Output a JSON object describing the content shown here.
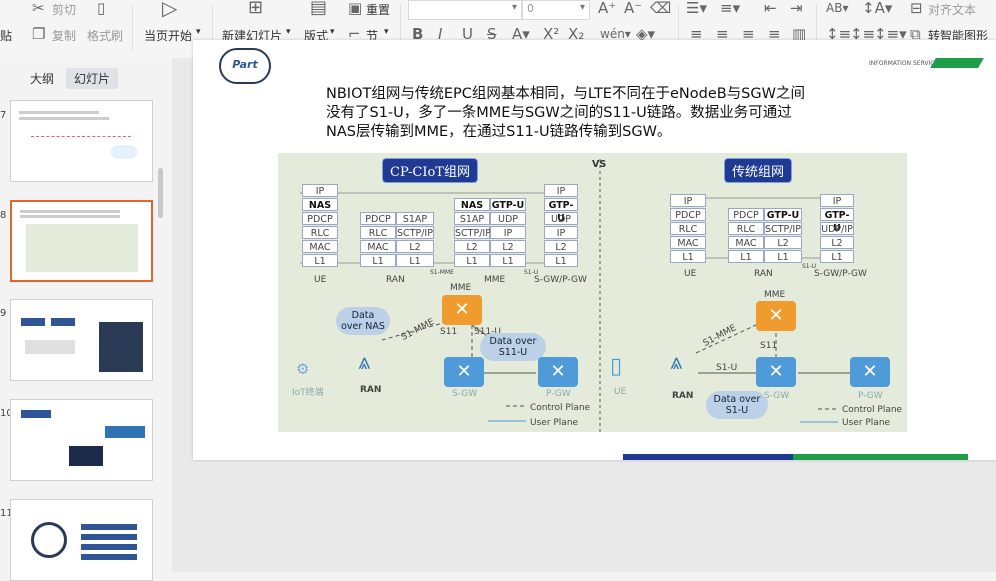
{
  "ribbon": {
    "paste": "贴",
    "cut": "剪切",
    "copy": "复制",
    "format_painter": "格式刷",
    "from_current": "当页开始",
    "new_slide": "新建幻灯片",
    "layout": "版式",
    "section": "节",
    "reset": "重置",
    "font_size": "0",
    "align_text": "对齐文本",
    "smart_shape": "转智能图形"
  },
  "left_panel": {
    "tabs": [
      "大纲",
      "幻灯片"
    ],
    "slide_numbers": [
      "8",
      "9",
      "10",
      "11"
    ]
  },
  "slide": {
    "part_logo": "Part",
    "brand_text": "INFORMATION SERVICE",
    "body_text_lines": [
      "NBIOT组网与传统EPC组网基本相同，与LTE不同在于eNodeB与SGW之间",
      "没有了S1-U，多了一条MME与SGW之间的S11-U链路。数据业务可通过",
      "NAS层传输到MME，在通过S11-U链路传输到SGW。"
    ]
  },
  "diagram": {
    "left_title": "CP-CIoT组网",
    "right_title": "传统组网",
    "vs": "VS",
    "left_stacks": {
      "ue": [
        "IP",
        "NAS",
        "PDCP",
        "RLC",
        "MAC",
        "L1"
      ],
      "ran_a": [
        "PDCP",
        "RLC",
        "MAC",
        "L1"
      ],
      "ran_b": [
        "S1AP",
        "SCTP/IP",
        "L2",
        "L1"
      ],
      "mme_a": [
        "NAS",
        "S1AP",
        "SCTP/IP",
        "L2",
        "L1"
      ],
      "mme_b": [
        "GTP-U",
        "UDP",
        "IP",
        "L2",
        "L1"
      ],
      "sgw": [
        "IP",
        "GTP-U",
        "UDP",
        "IP",
        "L2",
        "L1"
      ]
    },
    "right_stacks": {
      "ue": [
        "IP",
        "PDCP",
        "RLC",
        "MAC",
        "L1"
      ],
      "ran_a": [
        "PDCP",
        "RLC",
        "MAC",
        "L1"
      ],
      "ran_b": [
        "GTP-U",
        "SCTP/IP",
        "L2",
        "L1"
      ],
      "sgw": [
        "IP",
        "GTP-U",
        "UDP/IP",
        "L2",
        "L1"
      ]
    },
    "labels": {
      "ue": "UE",
      "ran": "RAN",
      "mme": "MME",
      "sgw_pgw": "S-GW/P-GW",
      "s1_mme_small": "S1-MME",
      "s1_u_small": "S1-U",
      "s1_mme": "S1-MME",
      "s11": "S11",
      "s11_u": "S11-U",
      "s1_u": "S1-U",
      "iot_terminal": "IoT终端",
      "sgw": "S-GW",
      "pgw": "P-GW",
      "control_plane": "Control Plane",
      "user_plane": "User Plane"
    },
    "clouds": {
      "data_over_nas": "Data over NAS",
      "data_over_s11u": "Data over S11-U",
      "data_over_s1u": "Data over S1-U"
    }
  }
}
